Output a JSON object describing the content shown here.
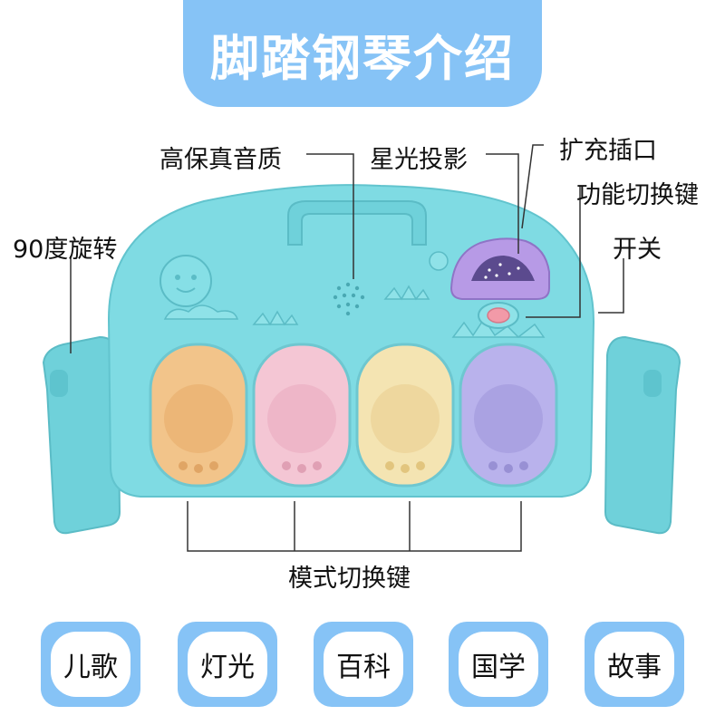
{
  "title": "脚踏钢琴介绍",
  "callouts": {
    "sound": "高保真音质",
    "starlight": "星光投影",
    "port": "扩充插口",
    "function_key": "功能切换键",
    "power": "开关",
    "rotate": "90度旋转",
    "mode_key": "模式切换键"
  },
  "features": [
    "儿歌",
    "灯光",
    "百科",
    "国学",
    "故事"
  ],
  "colors": {
    "banner": "#86c3f6",
    "toy_body": "#7fdbe3",
    "key_orange": "#f2c48a",
    "key_pink": "#f4c6d4",
    "key_yellow": "#f4e4b2",
    "key_purple": "#b9b2ec",
    "projector": "#b79ae6"
  }
}
